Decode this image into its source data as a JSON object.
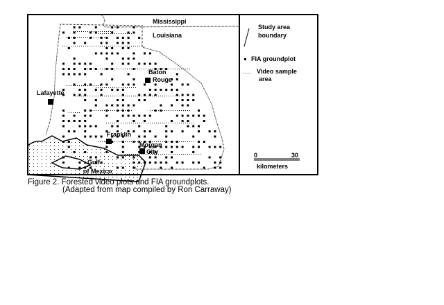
{
  "map": {
    "states": [
      "Mississippi",
      "Louisiana"
    ],
    "cities": [
      "Lafayette",
      "Baton",
      "Rouge",
      "Franklin",
      "Morgan",
      "City"
    ],
    "water": [
      "Gulf",
      "of Mexico"
    ]
  },
  "legend": {
    "boundary_line1": "Study area",
    "boundary_line2": "boundary",
    "groundplot": "FIA groundplot",
    "video_line1": "Video sample",
    "video_line2": "area",
    "scale_min": "0",
    "scale_max": "30",
    "scale_unit": "kilometers"
  },
  "caption": {
    "line1": "Figure 2.  Forested video plots and FIA groundplots.",
    "line2": "(Adapted from map compiled by Ron Carraway)"
  }
}
